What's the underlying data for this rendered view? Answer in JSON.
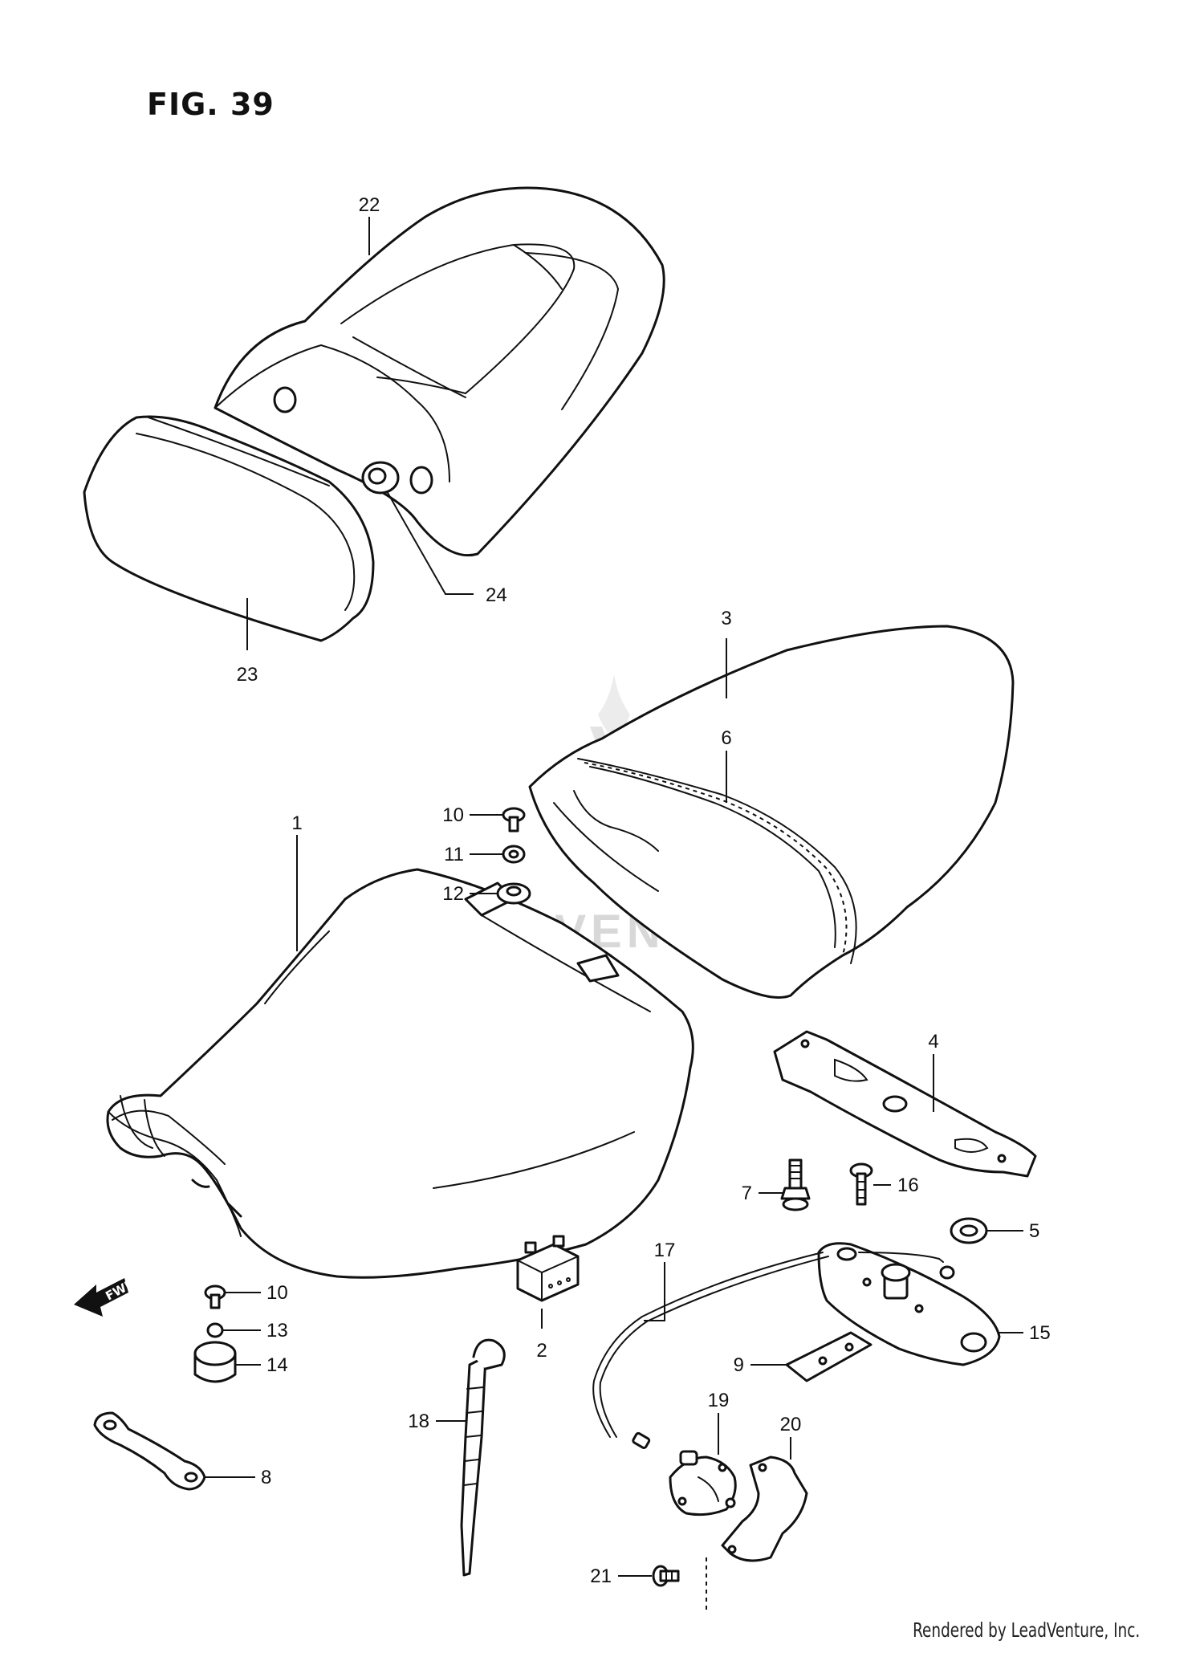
{
  "figure": {
    "title": "FIG. 39"
  },
  "watermark": {
    "text": "LEADVENTURE"
  },
  "footer": {
    "credit": "Rendered by LeadVenture, Inc."
  },
  "direction_marker": {
    "label": "FWD",
    "icon": "arrow-left-icon"
  },
  "callouts": {
    "c1": "1",
    "c2": "2",
    "c3": "3",
    "c4": "4",
    "c5": "5",
    "c6": "6",
    "c7": "7",
    "c8": "8",
    "c9": "9",
    "c10a": "10",
    "c10b": "10",
    "c11": "11",
    "c12": "12",
    "c13": "13",
    "c14": "14",
    "c15": "15",
    "c16": "16",
    "c17": "17",
    "c18": "18",
    "c19": "19",
    "c20": "20",
    "c21": "21",
    "c22": "22",
    "c23": "23",
    "c24": "24"
  }
}
